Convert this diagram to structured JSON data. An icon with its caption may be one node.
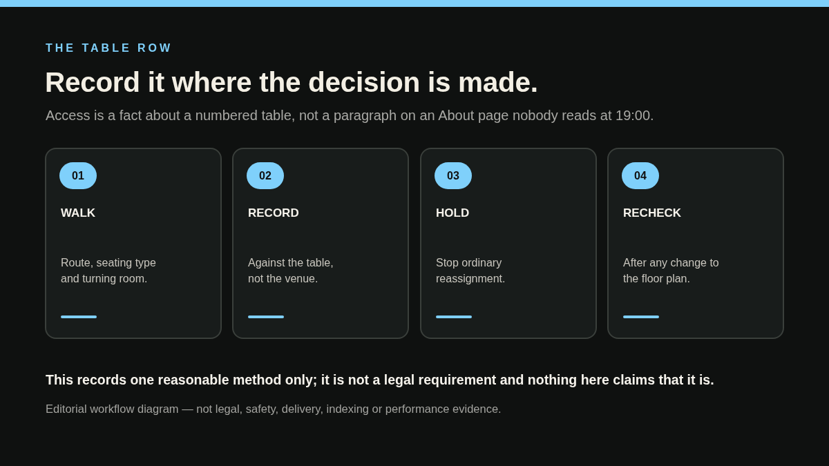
{
  "diagram": {
    "title": "Record it where the decision is made.",
    "nodes": [
      {
        "text": [
          "WALK",
          "Route, seating type and turning room."
        ]
      },
      {
        "text": [
          "01"
        ],
        "in": 0
      },
      {
        "text": [
          "RECORD",
          "Against the table, not the venue."
        ]
      },
      {
        "text": [
          "02"
        ],
        "in": 2
      },
      {
        "text": [
          "HOLD",
          "Stop ordinary reassignment."
        ]
      },
      {
        "text": [
          "03"
        ],
        "in": 4
      },
      {
        "text": [
          "RECHECK",
          "After any change to the floor plan."
        ]
      },
      {
        "text": [
          "04"
        ],
        "in": 6
      }
    ],
    "labels": [
      "THE TABLE ROW",
      "Access is a fact about a numbered table, not a paragraph on an About page nobody reads at 19:00.",
      "This records one reasonable method only; it is not a legal requirement and nothing here claims that it is.",
      "Editorial workflow diagram — not legal, safety, delivery, indexing or performance evidence."
    ]
  }
}
